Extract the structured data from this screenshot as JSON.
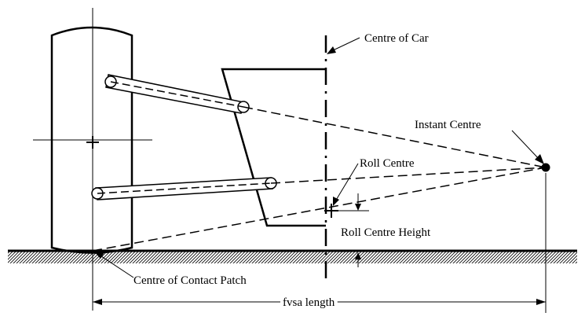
{
  "diagram": {
    "labels": {
      "centre_of_car": "Centre of Car",
      "instant_centre": "Instant Centre",
      "roll_centre": "Roll Centre",
      "roll_centre_height": "Roll Centre Height",
      "centre_of_contact_patch": "Centre of Contact Patch",
      "fvsa_length": "fvsa length"
    }
  }
}
